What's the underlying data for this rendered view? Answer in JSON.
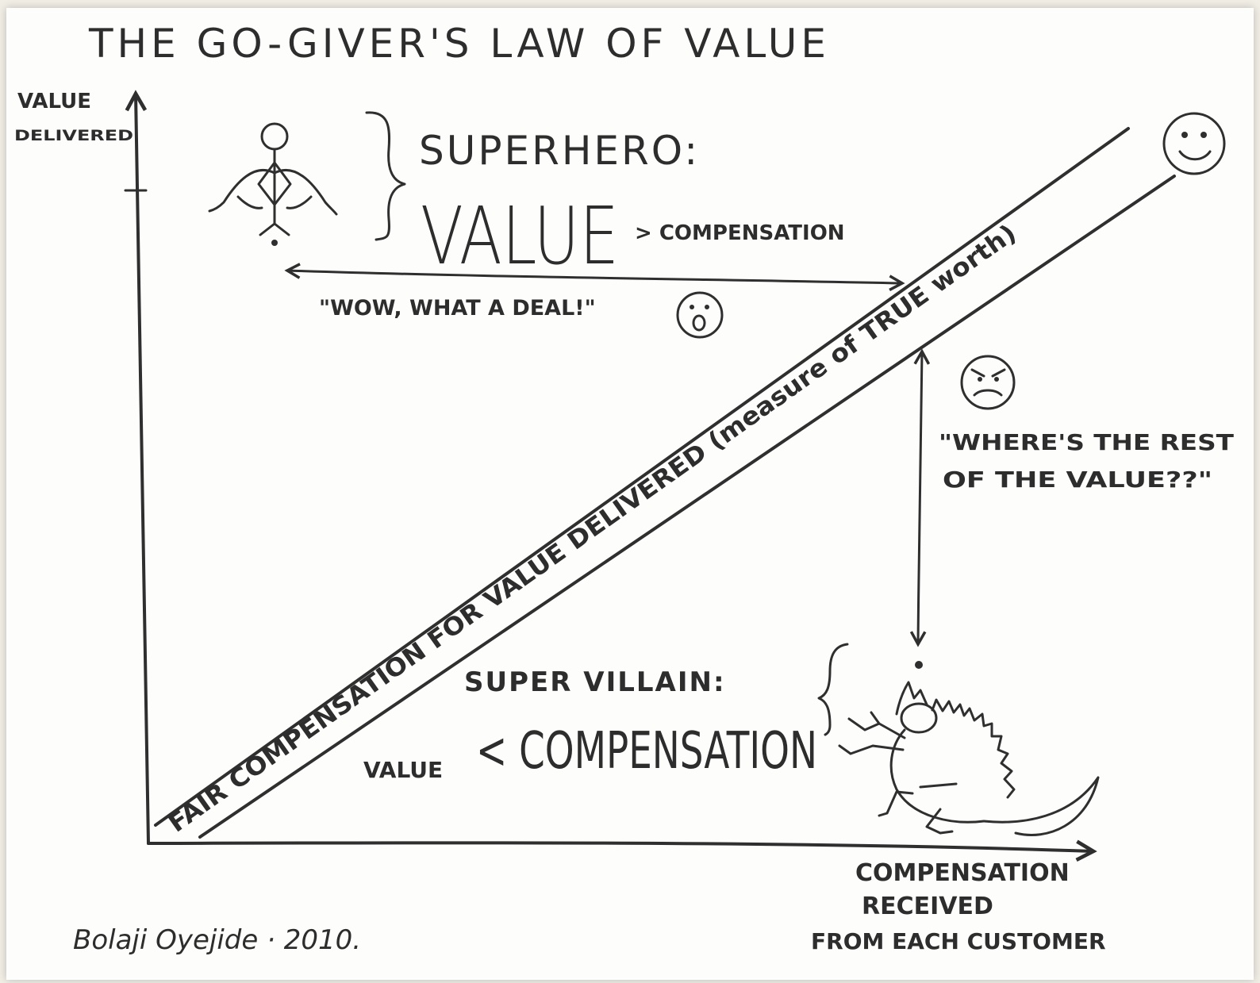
{
  "title": "THE GO-GIVER'S LAW OF VALUE",
  "axes": {
    "y_label_1": "VALUE",
    "y_label_2": "DELIVERED",
    "x_label_1": "COMPENSATION",
    "x_label_2": "RECEIVED",
    "x_label_3": "FROM EACH CUSTOMER"
  },
  "diagonal_band": {
    "label": "FAIR COMPENSATION FOR VALUE DELIVERED (measure of TRUE worth)"
  },
  "superhero": {
    "heading": "SUPERHERO:",
    "value_word": "VALUE",
    "comparison": "> COMPENSATION",
    "quote": "\"WOW, WHAT A DEAL!\""
  },
  "supervillain": {
    "heading": "SUPER VILLAIN:",
    "value_word": "VALUE",
    "comparison": "< COMPENSATION",
    "quote_line_1": "\"WHERE'S THE REST",
    "quote_line_2": "OF THE VALUE??\""
  },
  "signature": "Bolaji Oyejide · 2010."
}
